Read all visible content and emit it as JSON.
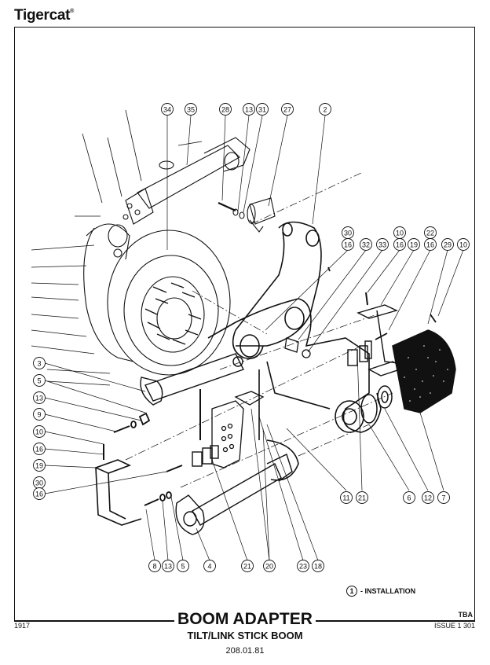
{
  "header": {
    "brand": "Tigercat",
    "brand_mark": "®"
  },
  "legend": {
    "number": "1",
    "label": "- INSTALLATION"
  },
  "footer": {
    "title": "BOOM ADAPTER",
    "subtitle": "TILT/LINK STICK BOOM",
    "doc_number": "208.01.81",
    "left_code": "1917",
    "issue": "ISSUE 1 301",
    "status": "TBA"
  },
  "callouts": {
    "top": [
      "34",
      "35",
      "28",
      "13",
      "31",
      "27",
      "2"
    ],
    "right_upper": [
      "30",
      "10",
      "22"
    ],
    "right_lower": [
      "16",
      "32",
      "33",
      "16",
      "19",
      "16",
      "29",
      "10"
    ],
    "left": [
      "3",
      "5",
      "13",
      "9",
      "10",
      "16",
      "19",
      "30",
      "16"
    ],
    "bottom": [
      "8",
      "13",
      "5",
      "4",
      "21",
      "20",
      "23",
      "18"
    ],
    "bottom_right": [
      "11",
      "21",
      "6",
      "12",
      "7"
    ]
  },
  "colors": {
    "ink": "#111111",
    "paper": "#ffffff"
  }
}
